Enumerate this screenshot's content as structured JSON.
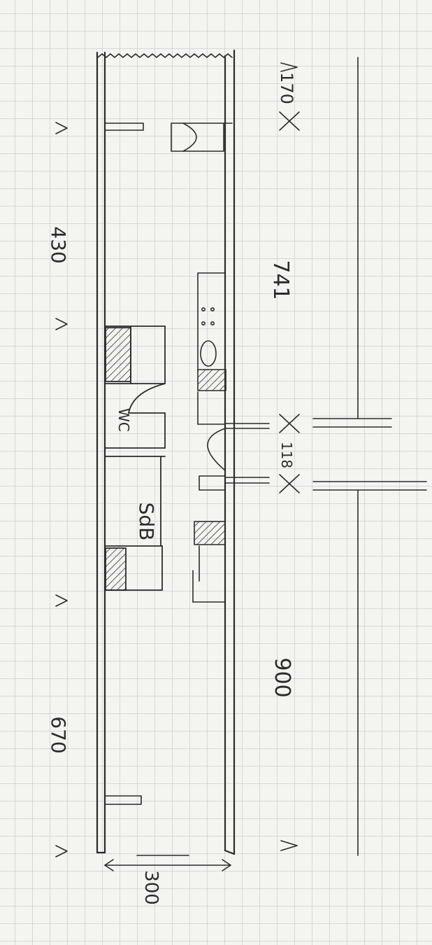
{
  "sheet": {
    "paper_color": "#f4f4f1",
    "grid_color": "#b9bcc4",
    "ink_color": "#2b2b2b"
  },
  "rooms": {
    "bathroom": "SdB",
    "toilet": "WC"
  },
  "dimensions": {
    "width": "300",
    "left_top": "430",
    "left_bottom": "670",
    "right_top": "170",
    "right_middle": "741",
    "right_door": "118",
    "right_bottom": "900"
  }
}
